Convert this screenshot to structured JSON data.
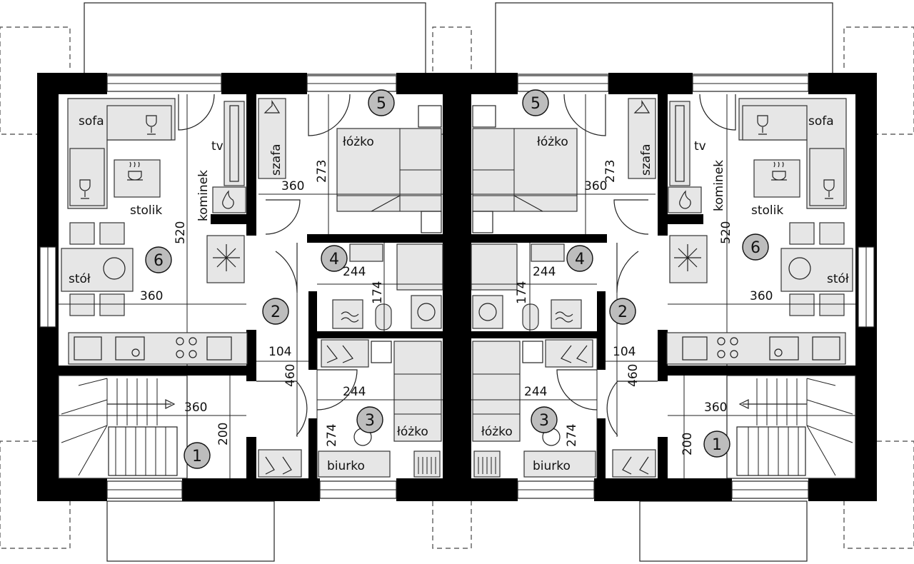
{
  "rooms": {
    "r1": "1",
    "r2": "2",
    "r3": "3",
    "r4": "4",
    "r5": "5",
    "r6": "6"
  },
  "labels": {
    "sofa": "sofa",
    "stolik": "stolik",
    "stol": "stół",
    "tv": "tv",
    "kominek": "kominek",
    "szafa": "szafa",
    "lozko": "łóżko",
    "biurko": "biurko"
  },
  "dimensions": {
    "d360": "360",
    "d520": "520",
    "d273": "273",
    "d244": "244",
    "d174": "174",
    "d104": "104",
    "d460": "460",
    "d274": "274",
    "d200": "200"
  },
  "colors": {
    "wall": "#000000",
    "furniture": "#e6e6e6",
    "room_marker": "#bdbdbd"
  }
}
